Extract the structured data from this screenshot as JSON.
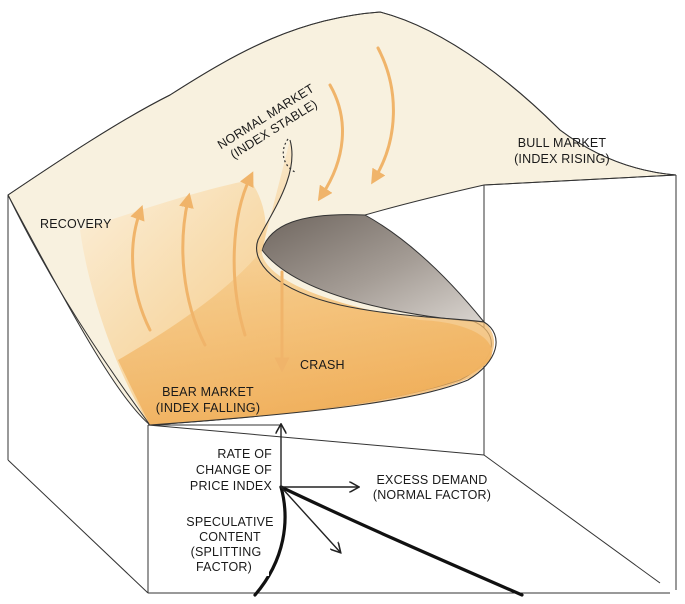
{
  "labels": {
    "normal_market_line1": "NORMAL MARKET",
    "normal_market_line2": "(INDEX STABLE)",
    "bull_market_line1": "BULL MARKET",
    "bull_market_line2": "(INDEX RISING)",
    "recovery": "RECOVERY",
    "crash": "CRASH",
    "bear_market_line1": "BEAR MARKET",
    "bear_market_line2": "(INDEX FALLING)",
    "rate_line1": "RATE OF",
    "rate_line2": "CHANGE OF",
    "rate_line3": "PRICE INDEX",
    "excess_line1": "EXCESS DEMAND",
    "excess_line2": "(NORMAL FACTOR)",
    "spec_line1": "SPECULATIVE",
    "spec_line2": "CONTENT",
    "spec_line3": "(SPLITTING",
    "spec_line4": "FACTOR)"
  },
  "colors": {
    "surface": "#f8f1df",
    "fold_orange": "#f2b25d",
    "fold_light": "#f8dca9",
    "fold_shadow": "#8f8680",
    "flow_arrows": "#f0b46a",
    "lines": "#222222"
  }
}
